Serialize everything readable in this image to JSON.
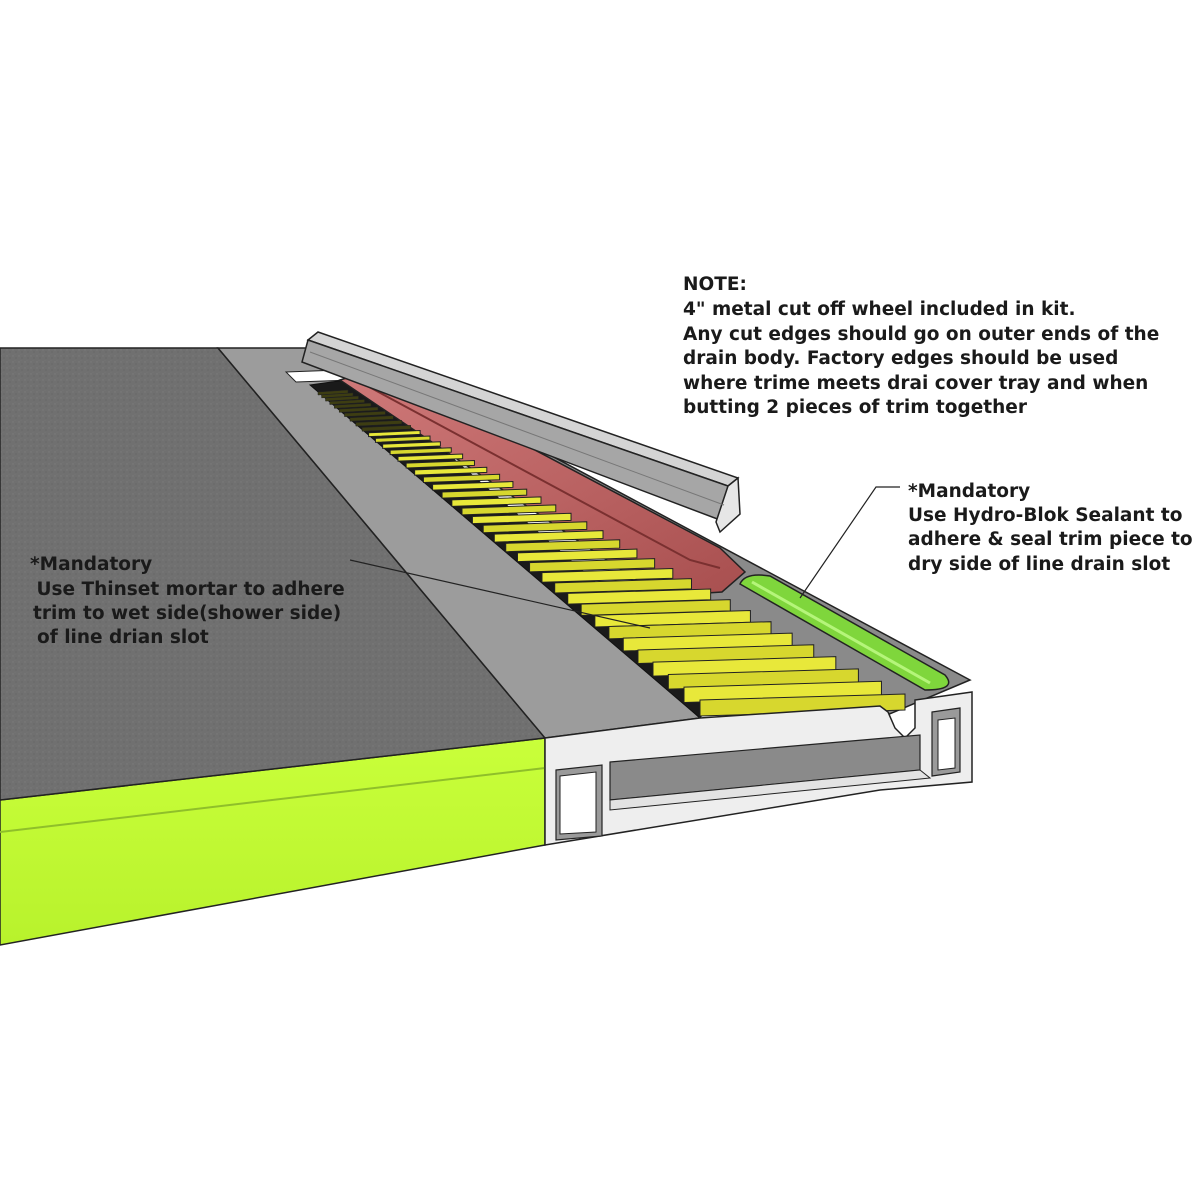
{
  "note": {
    "lines": [
      "NOTE:",
      "4\" metal cut off wheel included in kit.",
      "Any cut edges should go on outer ends of the",
      "drain body. Factory edges should be used",
      "where trime meets drai cover tray and when",
      "butting 2 pieces of trim together"
    ]
  },
  "callout_left": {
    "lines": [
      "*Mandatory",
      " Use Thinset mortar to adhere",
      "trim to wet side(shower side)",
      "of line drian slot"
    ]
  },
  "callout_right": {
    "lines": [
      "*Mandatory",
      "Use Hydro-Blok Sealant to",
      "adhere & seal trim piece to",
      "dry side of line drain slot"
    ]
  },
  "colors": {
    "foam_green": "#c6ff35",
    "mortar_gray": "#6e6e6e",
    "drain_gray": "#9a9a9a",
    "grate_yellow": "#e8e83a",
    "sealant_red": "#c66a6a",
    "sealant_green": "#7ed33a"
  }
}
